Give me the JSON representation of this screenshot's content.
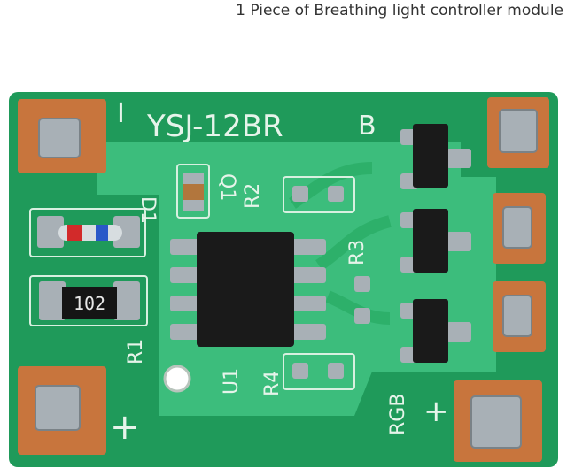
{
  "caption": "1 Piece of Breathing light controller module",
  "pcb": {
    "title": "YSJ-12BR",
    "resistor_code": "102",
    "labels": {
      "d1": "D1",
      "q1": "Q1",
      "r1": "R1",
      "r2": "R2",
      "r3": "R3",
      "r4": "R4",
      "u1": "U1",
      "plus_left": "+",
      "plus_right": "+",
      "minus_top": "I",
      "rgb": "RGB",
      "b_label": "B"
    }
  },
  "colors": {
    "board_green": "#1f9a5a",
    "trace_green": "#3fc17f",
    "pad_copper": "#c8753d",
    "chip_black": "#1a1a1a"
  }
}
